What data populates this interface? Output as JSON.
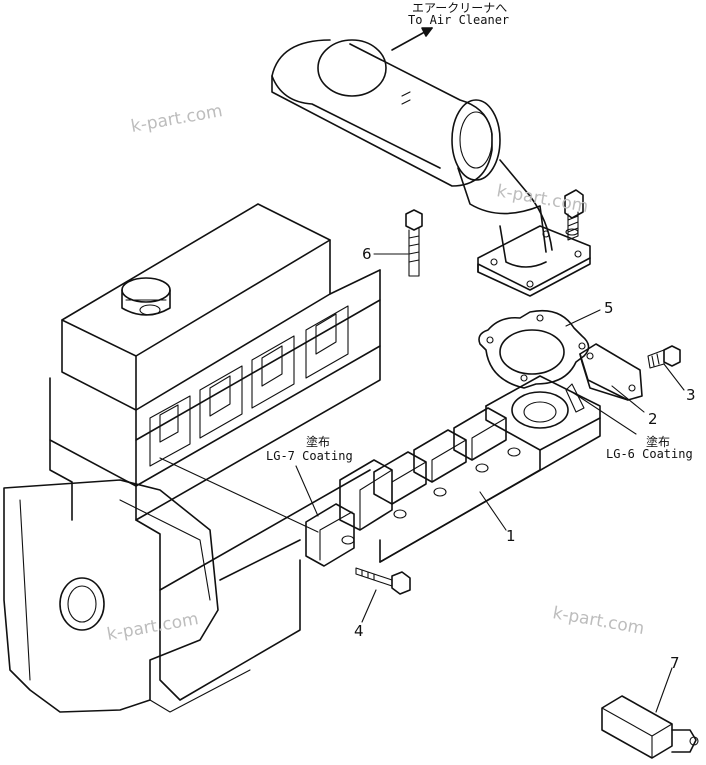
{
  "callouts": {
    "air_cleaner_jp": "エアークリーナへ",
    "air_cleaner_en": "To Air Cleaner",
    "lg7_jp": "塗布",
    "lg7_en": "LG-7 Coating",
    "lg6_jp": "塗布",
    "lg6_en": "LG-6 Coating"
  },
  "part_numbers": {
    "p1": "1",
    "p2": "2",
    "p3": "3",
    "p4": "4",
    "p5": "5",
    "p6": "6",
    "p7": "7"
  },
  "watermark": {
    "text1": "k-part.com",
    "text2": "k-part.com",
    "text3": "k-part.com",
    "text4": "k-part.com"
  }
}
